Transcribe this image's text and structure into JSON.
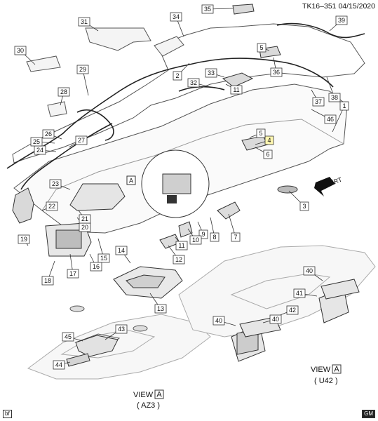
{
  "header": {
    "doc_ref": "TK16–351",
    "date": "04/15/2020"
  },
  "callouts": [
    {
      "id": "1",
      "label": "1"
    },
    {
      "id": "2",
      "label": "2"
    },
    {
      "id": "3",
      "label": "3"
    },
    {
      "id": "4",
      "label": "4"
    },
    {
      "id": "5",
      "label": "5"
    },
    {
      "id": "5b",
      "label": "5"
    },
    {
      "id": "6",
      "label": "6"
    },
    {
      "id": "7",
      "label": "7"
    },
    {
      "id": "8",
      "label": "8"
    },
    {
      "id": "9",
      "label": "9"
    },
    {
      "id": "10",
      "label": "10"
    },
    {
      "id": "11",
      "label": "11"
    },
    {
      "id": "11b",
      "label": "11"
    },
    {
      "id": "12",
      "label": "12"
    },
    {
      "id": "13",
      "label": "13"
    },
    {
      "id": "14",
      "label": "14"
    },
    {
      "id": "15",
      "label": "15"
    },
    {
      "id": "16",
      "label": "16"
    },
    {
      "id": "17",
      "label": "17"
    },
    {
      "id": "18",
      "label": "18"
    },
    {
      "id": "19",
      "label": "19"
    },
    {
      "id": "20",
      "label": "20"
    },
    {
      "id": "21",
      "label": "21"
    },
    {
      "id": "22",
      "label": "22"
    },
    {
      "id": "23",
      "label": "23"
    },
    {
      "id": "24",
      "label": "24"
    },
    {
      "id": "25",
      "label": "25"
    },
    {
      "id": "26",
      "label": "26"
    },
    {
      "id": "27",
      "label": "27"
    },
    {
      "id": "28",
      "label": "28"
    },
    {
      "id": "29",
      "label": "29"
    },
    {
      "id": "30",
      "label": "30"
    },
    {
      "id": "31",
      "label": "31"
    },
    {
      "id": "32",
      "label": "32"
    },
    {
      "id": "33",
      "label": "33"
    },
    {
      "id": "34",
      "label": "34"
    },
    {
      "id": "35",
      "label": "35"
    },
    {
      "id": "36",
      "label": "36"
    },
    {
      "id": "37",
      "label": "37"
    },
    {
      "id": "38",
      "label": "38"
    },
    {
      "id": "39",
      "label": "39"
    },
    {
      "id": "40a",
      "label": "40"
    },
    {
      "id": "40b",
      "label": "40"
    },
    {
      "id": "40c",
      "label": "40"
    },
    {
      "id": "41",
      "label": "41"
    },
    {
      "id": "42",
      "label": "42"
    },
    {
      "id": "43",
      "label": "43"
    },
    {
      "id": "44",
      "label": "44"
    },
    {
      "id": "45",
      "label": "45"
    },
    {
      "id": "46",
      "label": "46"
    }
  ],
  "detail_marker": {
    "letter": "A"
  },
  "views": [
    {
      "id": "az3",
      "view_word": "VIEW",
      "letter": "A",
      "code": "( AZ3 )"
    },
    {
      "id": "u42",
      "view_word": "VIEW",
      "letter": "A",
      "code": "( U42 )"
    }
  ],
  "direction_arrow": {
    "text": "FRT"
  },
  "footer": {
    "left_badge": "bf",
    "right_badge": "GM"
  },
  "colors": {
    "line": "#333333",
    "fill_light": "#f1f1f1",
    "fill_dark": "#555555",
    "accent_callout4": "#e0b800"
  }
}
